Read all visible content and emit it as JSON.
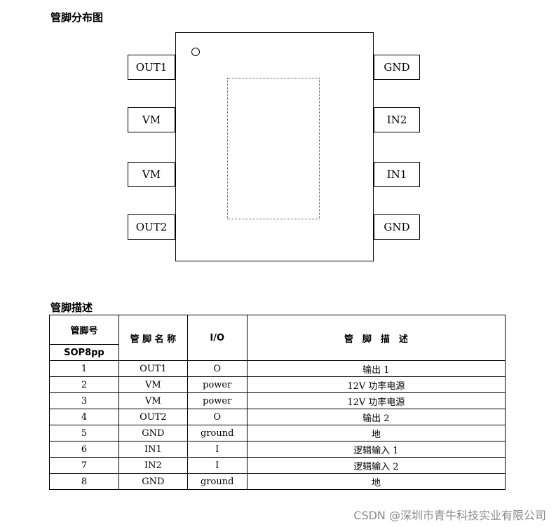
{
  "diagram": {
    "heading": "管脚分布图",
    "left_pins": [
      "OUT1",
      "VM",
      "VM",
      "OUT2"
    ],
    "right_pins": [
      "GND",
      "IN2",
      "IN1",
      "GND"
    ]
  },
  "table": {
    "heading": "管脚描述",
    "headers": {
      "pin_no": "管脚号",
      "package": "SOP8pp",
      "name": "管 脚 名 称",
      "io": "I/O",
      "desc": "管　脚　描　述"
    },
    "rows": [
      {
        "no": "1",
        "name": "OUT1",
        "io": "O",
        "desc": "输出 1"
      },
      {
        "no": "2",
        "name": "VM",
        "io": "power",
        "desc": "12V 功率电源"
      },
      {
        "no": "3",
        "name": "VM",
        "io": "power",
        "desc": "12V 功率电源"
      },
      {
        "no": "4",
        "name": "OUT2",
        "io": "O",
        "desc": "输出 2"
      },
      {
        "no": "5",
        "name": "GND",
        "io": "ground",
        "desc": "地"
      },
      {
        "no": "6",
        "name": "IN1",
        "io": "I",
        "desc": "逻辑输入 1"
      },
      {
        "no": "7",
        "name": "IN2",
        "io": "I",
        "desc": "逻辑输入 2"
      },
      {
        "no": "8",
        "name": "GND",
        "io": "ground",
        "desc": "地"
      }
    ]
  },
  "watermark": "CSDN @深圳市青牛科技实业有限公司"
}
